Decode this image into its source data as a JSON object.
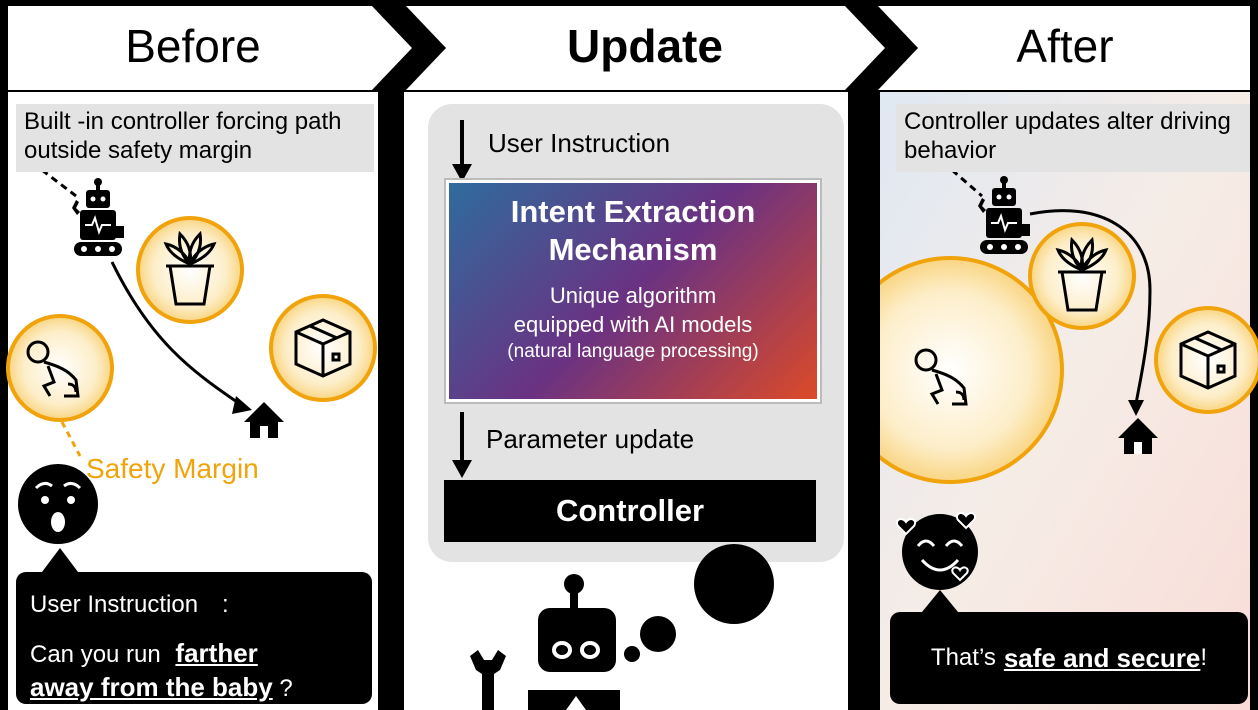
{
  "headers": {
    "before": "Before",
    "update": "Update",
    "after": "After"
  },
  "before": {
    "caption": "Built -in controller forcing path outside safety margin",
    "safety_margin": "Safety Margin",
    "bubble_title": "User Instruction　:",
    "bubble_prefix": "Can you run ",
    "bubble_emph_1": "farther",
    "bubble_emph_2": "away from the baby",
    "bubble_suffix": " ?"
  },
  "update": {
    "step1": "User Instruction",
    "intent_title": "Intent Extraction Mechanism",
    "intent_desc_1": "Unique algorithm",
    "intent_desc_2": "equipped with AI models",
    "intent_desc_3": "(natural language processing)",
    "step2": "Parameter update",
    "controller": "Controller"
  },
  "after": {
    "caption": "Controller updates alter driving behavior",
    "bubble_prefix": "That’s ",
    "bubble_emph": "safe and secure",
    "bubble_suffix": "!"
  },
  "colors": {
    "margin_orange": "#f0a30a",
    "circle_fill": "#fbe0a8",
    "header_bg": "#ffffff",
    "panel_gray": "#e3e3e3"
  },
  "icons": [
    "robot-icon",
    "plant-icon",
    "box-icon",
    "baby-icon",
    "home-icon",
    "surprised-face-icon",
    "heart-eyes-face-icon",
    "chevron-right-icon"
  ]
}
